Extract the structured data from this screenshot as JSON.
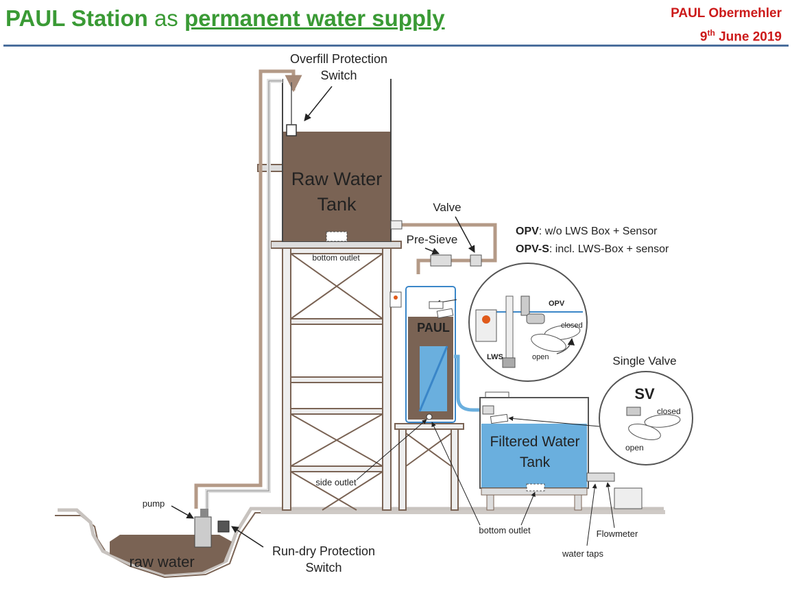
{
  "header": {
    "title_bold": "PAUL Station",
    "title_mid": " as ",
    "title_underlined": "permanent water supply",
    "author": "PAUL Obermehler",
    "date_day": "9",
    "date_sup": "th",
    "date_rest": " June 2019"
  },
  "labels": {
    "overfill_1": "Overfill Protection",
    "overfill_2": "Switch",
    "raw_tank_1": "Raw Water",
    "raw_tank_2": "Tank",
    "bottom_outlet_top": "bottom outlet",
    "valve": "Valve",
    "pre_sieve": "Pre-Sieve",
    "opv_head": "OPV",
    "opv_desc": ": w/o LWS Box + Sensor",
    "opvs_head": "OPV-S",
    "opvs_desc": ": incl. LWS-Box + sensor",
    "paul": "PAUL",
    "lws": "LWS",
    "opv_inset": "OPV",
    "closed": "closed",
    "open": "open",
    "single_valve": "Single Valve",
    "sv": "SV",
    "sv_closed": "closed",
    "sv_open": "open",
    "filtered_1": "Filtered Water",
    "filtered_2": "Tank",
    "side_outlet": "side outlet",
    "bottom_outlet_bottom": "bottom outlet",
    "flowmeter": "Flowmeter",
    "water_taps": "water taps",
    "pump": "pump",
    "raw_water": "raw water",
    "run_dry_1": "Run-dry Protection",
    "run_dry_2": "Switch"
  },
  "colors": {
    "title_green": "#3a9a35",
    "author_red": "#cc1a1a",
    "rule_blue": "#4a6e9c",
    "raw_brown": "#7a6354",
    "filtered_blue": "#6aafde",
    "pipe_tan": "#b49a87"
  }
}
